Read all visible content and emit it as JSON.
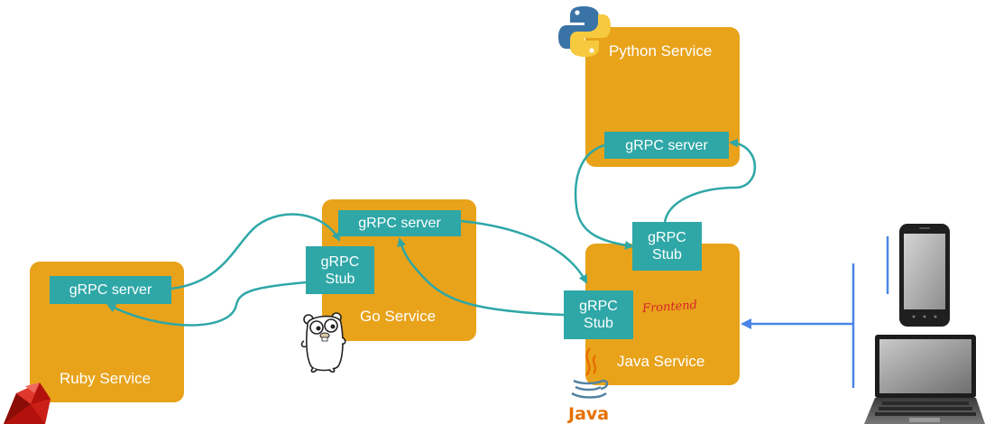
{
  "services": {
    "ruby": "Ruby Service",
    "go": "Go Service",
    "java": "Java Service",
    "python": "Python Service"
  },
  "grpc": {
    "server_label": "gRPC server",
    "stub_line1": "gRPC",
    "stub_line2": "Stub"
  },
  "annotation": {
    "frontend": "Frontend"
  },
  "logos": {
    "java_text": "Java"
  },
  "colors": {
    "service_box": "#e8a31b",
    "grpc_box": "#2fa7a7",
    "connector": "#2fa7a7",
    "client_arrow": "#4a86e8",
    "frontend_note": "#d6232a"
  },
  "icons": [
    "ruby-icon",
    "go-gopher-icon",
    "java-icon",
    "python-icon",
    "smartphone-icon",
    "laptop-icon"
  ]
}
